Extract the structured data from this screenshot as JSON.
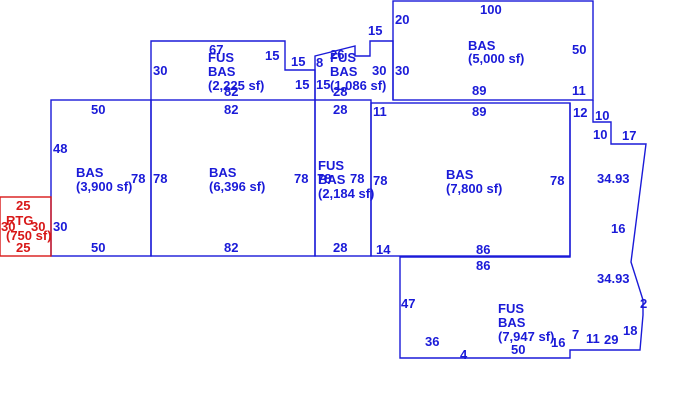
{
  "areas": {
    "bas_3900": {
      "code": "BAS",
      "sf": "(3,900 sf)"
    },
    "bas_6396": {
      "code": "BAS",
      "sf": "(6,396 sf)"
    },
    "fus_bas_2225": {
      "code1": "FUS",
      "code2": "BAS",
      "sf": "(2,225 sf)"
    },
    "fus_bas_1086": {
      "code1": "FUS",
      "code2": "BAS",
      "sf": "(1,086 sf)"
    },
    "fus_bas_2184": {
      "code1": "FUS",
      "code2": "BAS",
      "sf": "(2,184 sf)"
    },
    "bas_5000": {
      "code": "BAS",
      "sf": "(5,000 sf)"
    },
    "bas_7800": {
      "code": "BAS",
      "sf": "(7,800 sf)"
    },
    "fus_bas_7947": {
      "code1": "FUS",
      "code2": "BAS",
      "sf": "(7,947 sf)"
    },
    "rtg_750": {
      "code": "RTG",
      "sf": "(750 sf)"
    }
  },
  "dims": {
    "d_50_top_left": "50",
    "d_48": "48",
    "d_78_a": "78",
    "d_30_left": "30",
    "d_50_bottom_left": "50",
    "d_82_top": "82",
    "d_78_b": "78",
    "d_78_c": "78",
    "d_82_bottom": "82",
    "d_67": "67",
    "d_15_a": "15",
    "d_30_fus": "30",
    "d_82_fus": "82",
    "d_15_b": "15",
    "d_15_c": "15",
    "d_8": "8",
    "d_26": "26",
    "d_15_d": "15",
    "d_15_e": "15",
    "d_28_fus": "28",
    "d_30_e": "30",
    "d_28_top": "28",
    "d_78_d": "78",
    "d_78_e": "78",
    "d_28_bottom": "28",
    "d_20": "20",
    "d_100": "100",
    "d_30_f": "30",
    "d_50_right": "50",
    "d_89_a": "89",
    "d_11_a": "11",
    "d_11_b": "11",
    "d_89_b": "89",
    "d_12": "12",
    "d_78_f": "78",
    "d_78_g": "78",
    "d_14": "14",
    "d_86_a": "86",
    "d_86_b": "86",
    "d_47": "47",
    "d_36": "36",
    "d_4": "4",
    "d_50_fus": "50",
    "d_16_a": "16",
    "d_7": "7",
    "d_11_c": "11",
    "d_29": "29",
    "d_18": "18",
    "d_2": "2",
    "d_34_93_a": "34.93",
    "d_16_b": "16",
    "d_34_93_b": "34.93",
    "d_10_a": "10",
    "d_10_b": "10",
    "d_17": "17",
    "r_25_top": "25",
    "r_30_left": "30",
    "r_30_right": "30",
    "r_25_bottom": "25"
  },
  "colors": {
    "sketch": "#1a1ad8",
    "rtg": "#d81818"
  }
}
